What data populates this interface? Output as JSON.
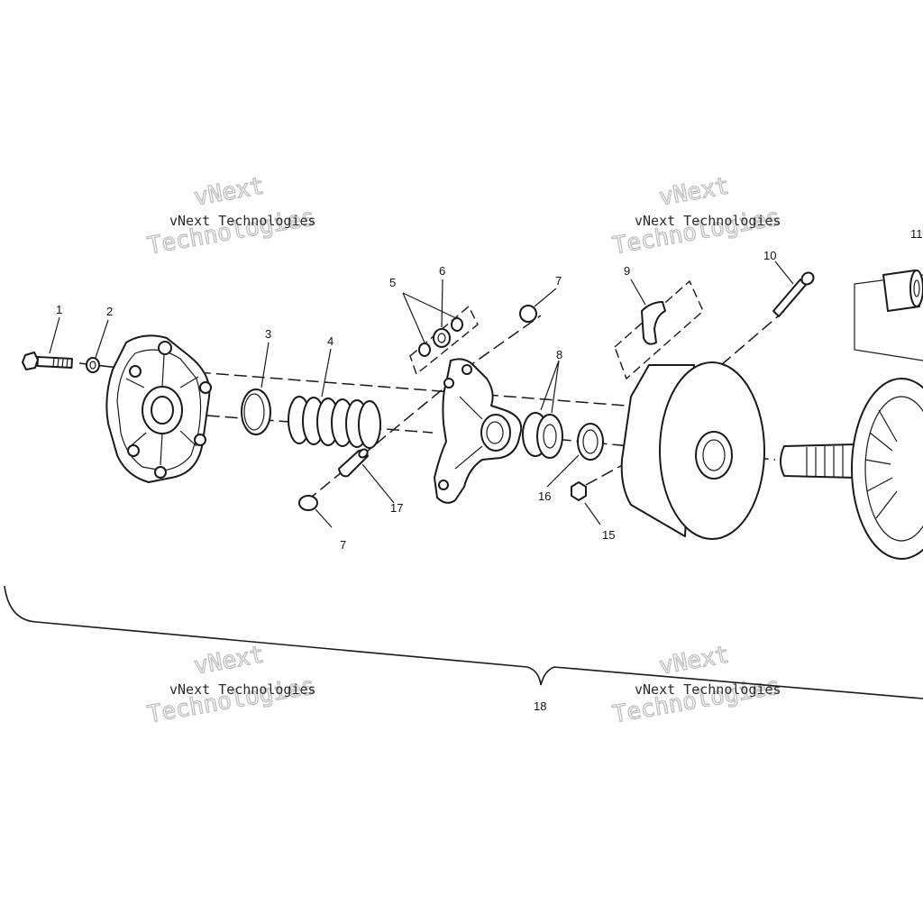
{
  "callouts": {
    "c1": "1",
    "c2": "2",
    "c3": "3",
    "c4": "4",
    "c5": "5",
    "c6": "6",
    "c7a": "7",
    "c7b": "7",
    "c8": "8",
    "c9": "9",
    "c10": "10",
    "c11": "11",
    "c15": "15",
    "c16": "16",
    "c17": "17",
    "c18": "18"
  },
  "watermark": {
    "line1": "vNext Technologies",
    "line2": "Technologies",
    "line3": "vNext"
  }
}
